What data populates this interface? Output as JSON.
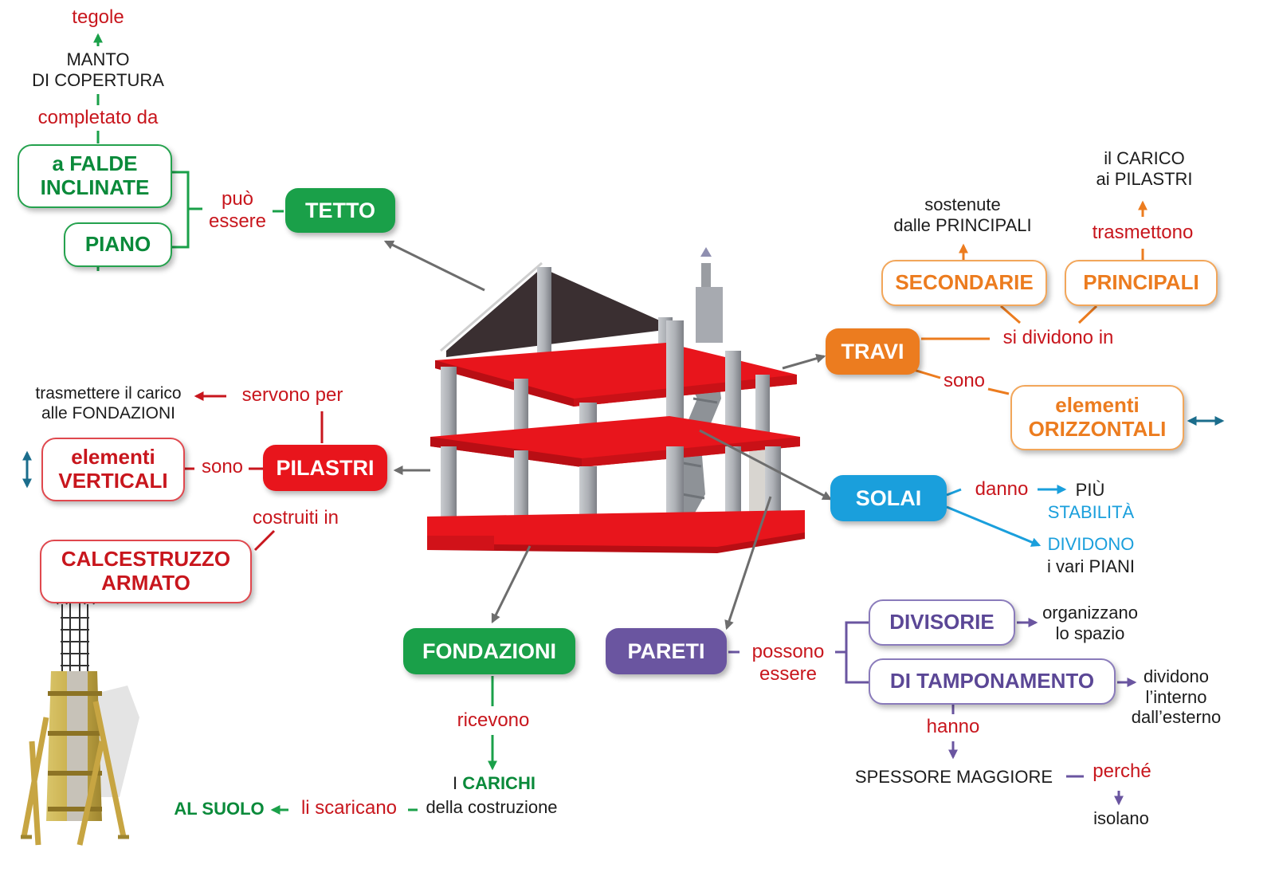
{
  "roof": {
    "tegole": "tegole",
    "manto": "MANTO\nDI COPERTURA",
    "completato": "completato da",
    "falde": "a FALDE\nINCLINATE",
    "piano": "PIANO",
    "puo": "può\nessere",
    "tetto": "TETTO"
  },
  "pillars": {
    "trasmettere": "trasmettere il carico\nalle FONDAZIONI",
    "servono": "servono per",
    "verticali": "elementi\nVERTICALI",
    "sono": "sono",
    "pilastri": "PILASTRI",
    "costruiti": "costruiti in",
    "calcestruzzo": "CALCESTRUZZO\nARMATO"
  },
  "foundations": {
    "fondazioni": "FONDAZIONI",
    "ricevono": "ricevono",
    "i": "I ",
    "carichi": "CARICHI",
    "costruzione": "della costruzione",
    "scaricano": "li scaricano",
    "suolo": "AL SUOLO"
  },
  "walls": {
    "pareti": "PARETI",
    "possono": "possono\nessere",
    "divisorie": "DIVISORIE",
    "organizzano": "organizzano\nlo spazio",
    "tamponamento": "DI TAMPONAMENTO",
    "dividono": "dividono\nl’interno\ndall’esterno",
    "hanno": "hanno",
    "spessore": "SPESSORE MAGGIORE",
    "perche": "perché",
    "isolano": "isolano"
  },
  "beams": {
    "travi": "TRAVI",
    "si_dividono": "si dividono in",
    "secondarie": "SECONDARIE",
    "sostenute": "sostenute\ndalle PRINCIPALI",
    "principali": "PRINCIPALI",
    "trasmettono": "trasmettono",
    "carico": "il CARICO\nai PILASTRI",
    "sono": "sono",
    "orizzontali": "elementi\nORIZZONTALI"
  },
  "floors": {
    "solai": "SOLAI",
    "danno": "danno",
    "piu": "PIÙ",
    "stabilita": "STABILITÀ",
    "dividono": "DIVIDONO",
    "piani": "i vari PIANI"
  },
  "colors": {
    "green": "#1aa049",
    "red": "#c8161d",
    "orange": "#ec7c1f",
    "blue": "#1a9fdc",
    "purple": "#6a55a0",
    "slab_red": "#e8151c",
    "pillar_grey": "#a8abb0"
  },
  "icons": [
    "vertical-double-arrow-icon",
    "horizontal-double-arrow-icon",
    "building-frame-illustration",
    "formwork-column-illustration"
  ]
}
